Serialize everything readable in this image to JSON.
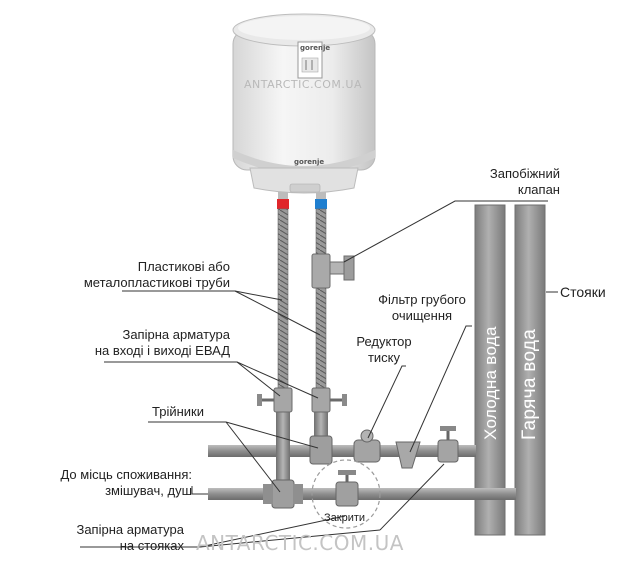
{
  "heater": {
    "brand_panel": "gorenje",
    "brand_body": "gorenje"
  },
  "watermarks": {
    "top": "ANTARCTIC.COM.UA",
    "bottom": "ANTARCTIC.COM.UA"
  },
  "labels": {
    "safety_valve": [
      "Запобіжний",
      "клапан"
    ],
    "pipes": [
      "Пластикові або",
      "металопластикові труби"
    ],
    "shutoff_heater": [
      "Запірна арматура",
      "на вході і виході ЕВАД"
    ],
    "filter": [
      "Фільтр грубого",
      "очищення"
    ],
    "reducer": [
      "Редуктор",
      "тиску"
    ],
    "tees": "Трійники",
    "consumers": [
      "До місць споживання:",
      "змішувач, душ"
    ],
    "shutoff_risers": [
      "Запірна арматура",
      "на стояках"
    ],
    "closed": "Закрити",
    "risers": "Стояки",
    "cold_water": "Холодна вода",
    "hot_water": "Гаряча вода"
  },
  "colors": {
    "hot_marker": "#e0262b",
    "cold_marker": "#1f7fd0",
    "pipe": "#8a8a8a",
    "riser": "#9e9e9e"
  }
}
